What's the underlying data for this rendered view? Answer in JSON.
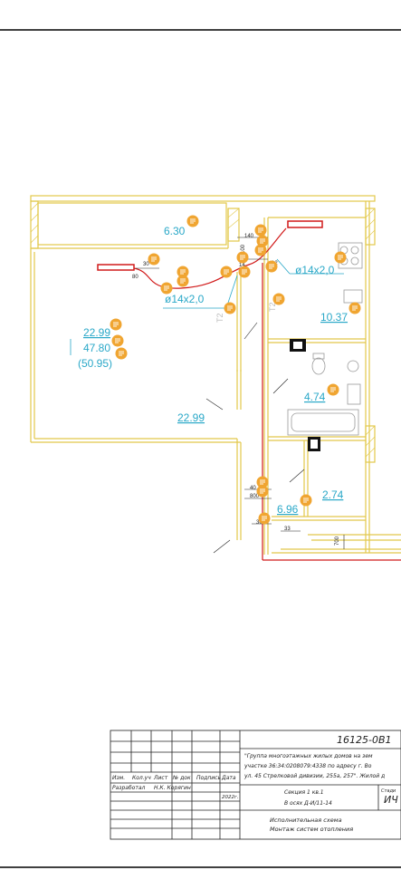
{
  "plan": {
    "rooms": [
      {
        "id": "balcony",
        "label": "6.30"
      },
      {
        "id": "living-main",
        "label": "22.99"
      },
      {
        "id": "living-total",
        "label": "47.80"
      },
      {
        "id": "living-gross",
        "label": "(50.95)"
      },
      {
        "id": "living-lower",
        "label": "22.99"
      },
      {
        "id": "kitchen",
        "label": "10.37"
      },
      {
        "id": "bathroom",
        "label": "4.74"
      },
      {
        "id": "wc",
        "label": "2.74"
      },
      {
        "id": "hall",
        "label": "6.96"
      }
    ],
    "pipes": [
      {
        "id": "pipe-left",
        "label": "ø14x2,0"
      },
      {
        "id": "pipe-right",
        "label": "ø14x2,0"
      }
    ],
    "riser_labels": [
      "T2",
      "T2"
    ],
    "dimensions": [
      "30",
      "80",
      "140",
      "100",
      "14",
      "12",
      "40",
      "800",
      "30",
      "33",
      "700"
    ],
    "comment_pin_count": 24,
    "colors": {
      "room_text": "#2aa8c8",
      "wall": "#e2c84a",
      "heating_pipe": "#d11a1a",
      "pin": "#f0a531"
    }
  },
  "title_block": {
    "code": "16125-0В1",
    "project_desc": [
      "\"Группа многоэтажных жилых домов на зем",
      "участке 36:34:0208079:4338 по адресу г. Во",
      "ул. 45 Стрелковой дивизии, 255а, 257\". Жилой д"
    ],
    "header_cols": [
      "Изм.",
      "Кол.уч",
      "Лист",
      "№ док",
      "Подпись",
      "Дата"
    ],
    "developer_label": "Разработал",
    "developer_name": "Н.К. Корягин",
    "year": "2022г.",
    "section": [
      "Секция 1 кв.1",
      "В осях Д-И/11-14"
    ],
    "stage_label": "Стади",
    "stage_value": "ИЧ",
    "drawing_title": [
      "Исполнительная схема",
      "Монтаж систем отопления"
    ]
  }
}
